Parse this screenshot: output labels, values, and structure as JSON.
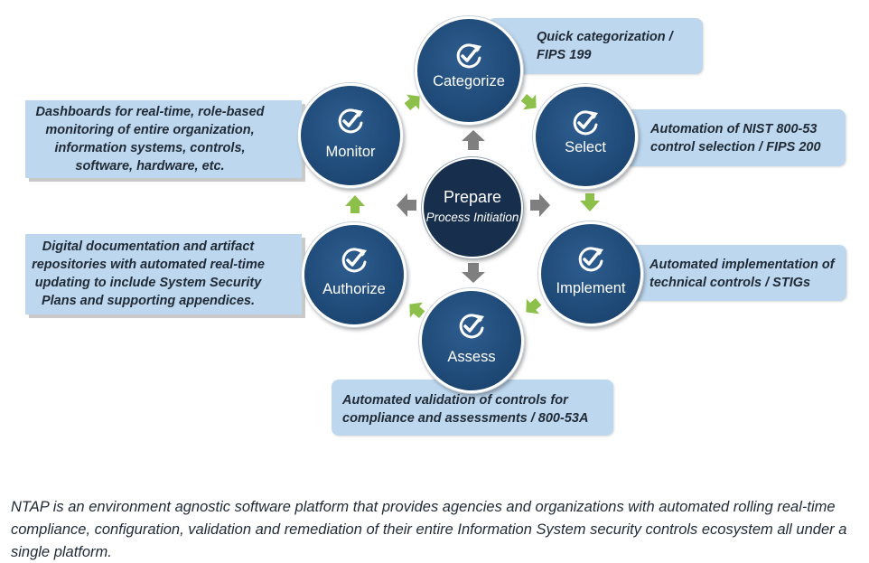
{
  "steps": {
    "categorize": {
      "label": "Categorize",
      "callout": "Quick categorization / FIPS 199"
    },
    "select": {
      "label": "Select",
      "callout": "Automation of NIST 800-53 control selection / FIPS 200"
    },
    "implement": {
      "label": "Implement",
      "callout": "Automated implementation of technical controls / STIGs"
    },
    "assess": {
      "label": "Assess",
      "callout": "Automated validation of controls for compliance and assessments / 800-53A"
    },
    "authorize": {
      "label": "Authorize",
      "callout": "Digital documentation and artifact repositories with automated real-time updating to include System Security Plans and supporting appendices."
    },
    "monitor": {
      "label": "Monitor",
      "callout": "Dashboards for real-time, role-based monitoring of entire organization, information systems, controls, software, hardware, etc."
    }
  },
  "center": {
    "title": "Prepare",
    "subtitle": "Process Initiation"
  },
  "footnote": "NTAP is an environment agnostic software platform that provides agencies and organizations with automated rolling real-time compliance, configuration, validation and remediation of their entire Information System security controls ecosystem all under a single platform.",
  "colors": {
    "circle": "#1f4a78",
    "center": "#172f4d",
    "callout": "#bdd7ee",
    "cycle_arrow": "#8dc04a",
    "center_arrow": "#7f7f7f"
  },
  "icons": {
    "step": "check-cycle-icon",
    "cycle": "green-arrow-icon",
    "center": "gray-arrow-icon"
  }
}
